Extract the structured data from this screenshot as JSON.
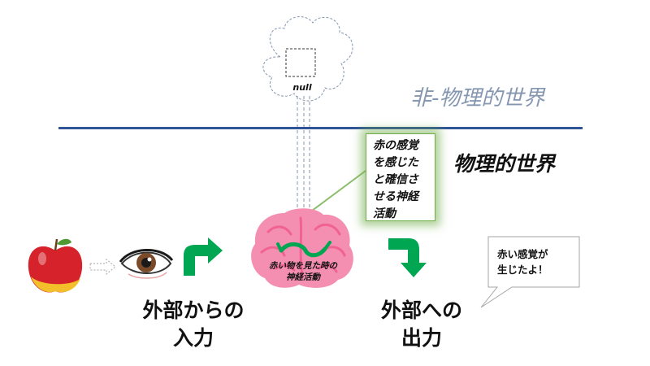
{
  "labels": {
    "non_physical_world": "非-物理的世界",
    "physical_world": "物理的世界",
    "null": "null",
    "callout": [
      "赤の感覚",
      "を感じた",
      "と確信さ",
      "せる神経",
      "活動"
    ],
    "brain": [
      "赤い物を見た時の",
      "神経活動"
    ],
    "input": [
      "外部からの",
      "入力"
    ],
    "output": [
      "外部への",
      "出力"
    ],
    "speech": [
      "赤い感覚が",
      "生じたよ！"
    ]
  },
  "icons": [
    "apple-icon",
    "eye-icon",
    "brain-icon",
    "thought-cloud-icon",
    "arrow-up-right-icon",
    "arrow-down-right-icon"
  ],
  "colors": {
    "divider": "#2f5597",
    "green_arrow": "#00a651",
    "brain": "#f48fb1",
    "callout_glow": "#70ad47"
  }
}
